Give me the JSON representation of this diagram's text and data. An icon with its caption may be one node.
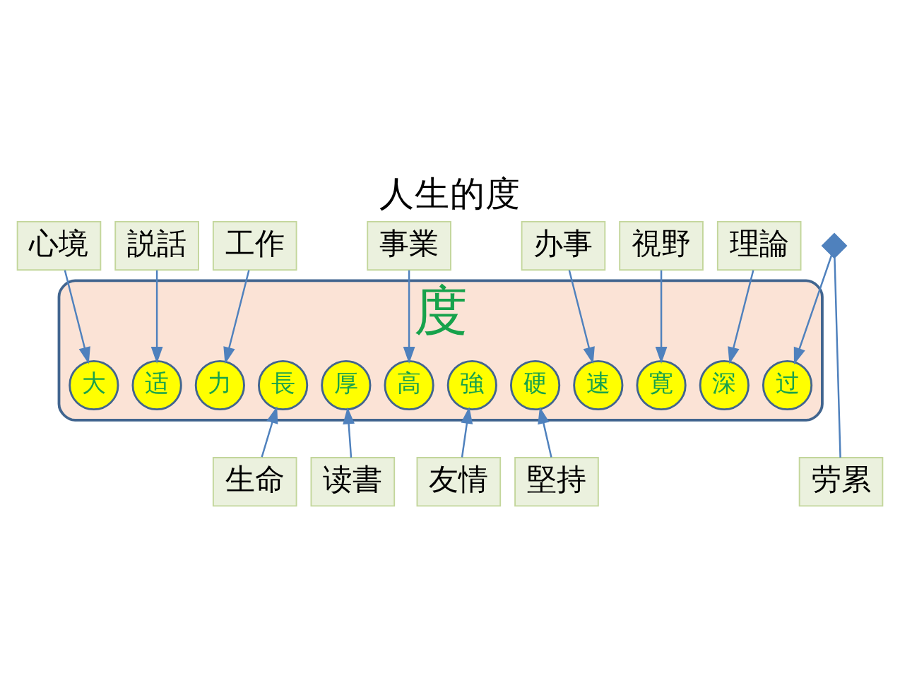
{
  "diagram": {
    "title": "人生的度",
    "nodes": [
      {
        "text": [
          "度"
        ]
      },
      {
        "text": [
          "大"
        ],
        "in": 0
      },
      {
        "text": [
          "适"
        ],
        "in": 0
      },
      {
        "text": [
          "力"
        ],
        "in": 0
      },
      {
        "text": [
          "高"
        ],
        "in": 0
      },
      {
        "text": [
          "長"
        ],
        "in": 0
      },
      {
        "text": [
          "厚"
        ],
        "in": 0
      },
      {
        "text": [
          "过"
        ],
        "in": 0
      },
      {
        "text": [
          "強"
        ],
        "in": 0
      },
      {
        "text": [
          "硬"
        ],
        "in": 0
      },
      {
        "text": [
          "速"
        ],
        "in": 0
      },
      {
        "text": [
          "寛"
        ],
        "in": 0
      },
      {
        "text": [
          "深"
        ],
        "in": 0
      },
      {
        "text": [
          "心境"
        ]
      },
      {
        "text": [
          "説話"
        ]
      },
      {
        "text": [
          "工作"
        ]
      },
      {
        "text": [
          "事業"
        ]
      },
      {
        "text": [
          "生命"
        ]
      },
      {
        "text": [
          "读書"
        ]
      },
      {
        "text": [
          "劳累"
        ]
      },
      {
        "text": [
          "友情"
        ]
      },
      {
        "text": [
          "堅持"
        ]
      },
      {
        "text": [
          "办事"
        ]
      },
      {
        "text": [
          "視野"
        ]
      },
      {
        "text": [
          "理論"
        ]
      },
      {
        "text": [],
        "shape": "cross"
      }
    ],
    "edges": [
      {
        "from": 13,
        "to": 1,
        "arrow": "to"
      },
      {
        "from": 14,
        "to": 2,
        "arrow": "to"
      },
      {
        "from": 15,
        "to": 3,
        "arrow": "to"
      },
      {
        "from": 16,
        "to": 4,
        "arrow": "to"
      },
      {
        "from": 17,
        "to": 5,
        "arrow": "to"
      },
      {
        "from": 18,
        "to": 6,
        "arrow": "to"
      },
      {
        "from": 19,
        "to": 25,
        "arrow": "none"
      },
      {
        "from": 25,
        "to": 7,
        "arrow": "to"
      },
      {
        "from": 20,
        "to": 8,
        "arrow": "to"
      },
      {
        "from": 21,
        "to": 9,
        "arrow": "to"
      },
      {
        "from": 22,
        "to": 10,
        "arrow": "to"
      },
      {
        "from": 23,
        "to": 11,
        "arrow": "to"
      },
      {
        "from": 24,
        "to": 12,
        "arrow": "to"
      }
    ]
  }
}
